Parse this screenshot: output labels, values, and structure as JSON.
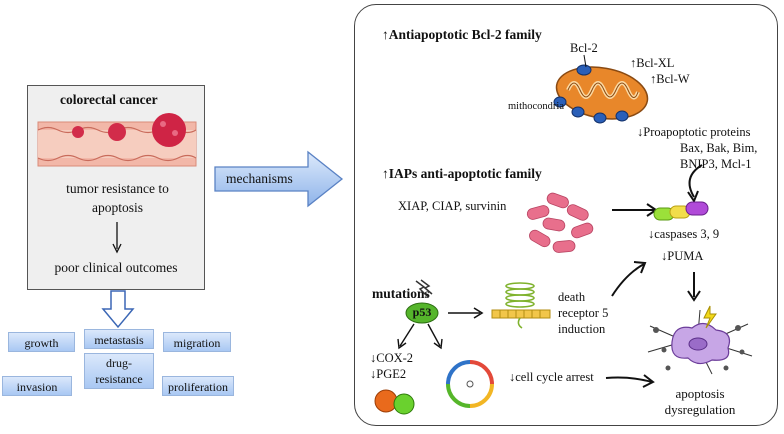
{
  "left_panel": {
    "title": "colorectal cancer",
    "resistance_line1": "tumor resistance to",
    "resistance_line2": "apoptosis",
    "outcome": "poor clinical outcomes"
  },
  "mechanisms_label": "mechanisms",
  "outcome_tags": {
    "growth": "growth",
    "metastasis": "metastasis",
    "migration": "migration",
    "drug1": "drug-",
    "drug2": "resistance",
    "invasion": "invasion",
    "proliferation": "proliferation"
  },
  "right_panel": {
    "bcl2_heading": "↑Antiapoptotic Bcl-2 family",
    "bcl2": "Bcl-2",
    "bclxl": "↑Bcl-XL",
    "bclw": "↑Bcl-W",
    "mito": "mithocondria",
    "proapop1": "↓Proapoptotic proteins",
    "proapop2": "Bax, Bak, Bim,",
    "proapop3": "BNIP3, Mcl-1",
    "iap_heading": "↑IAPs anti-apoptotic family",
    "iap_members": "XIAP, CIAP, survinin",
    "caspases": "↓caspases 3, 9",
    "puma": "↓PUMA",
    "mutations": "mutations",
    "p53": "p53",
    "dr1": "death",
    "dr2": "receptor 5",
    "dr3": "induction",
    "cox2": "↓COX-2",
    "pge2": "↓PGE2",
    "cellcycle": "↓cell cycle arrest",
    "apop1": "apoptosis",
    "apop2": "dysregulation"
  },
  "colors": {
    "mito_orange": "#e8872a",
    "protein_blue": "#2a5fb8",
    "iap_pink": "#e86f8c",
    "p53_green": "#55b52b",
    "apoptotic_purple": "#c7a6e6",
    "tag_blue": "#b6d0f5"
  }
}
